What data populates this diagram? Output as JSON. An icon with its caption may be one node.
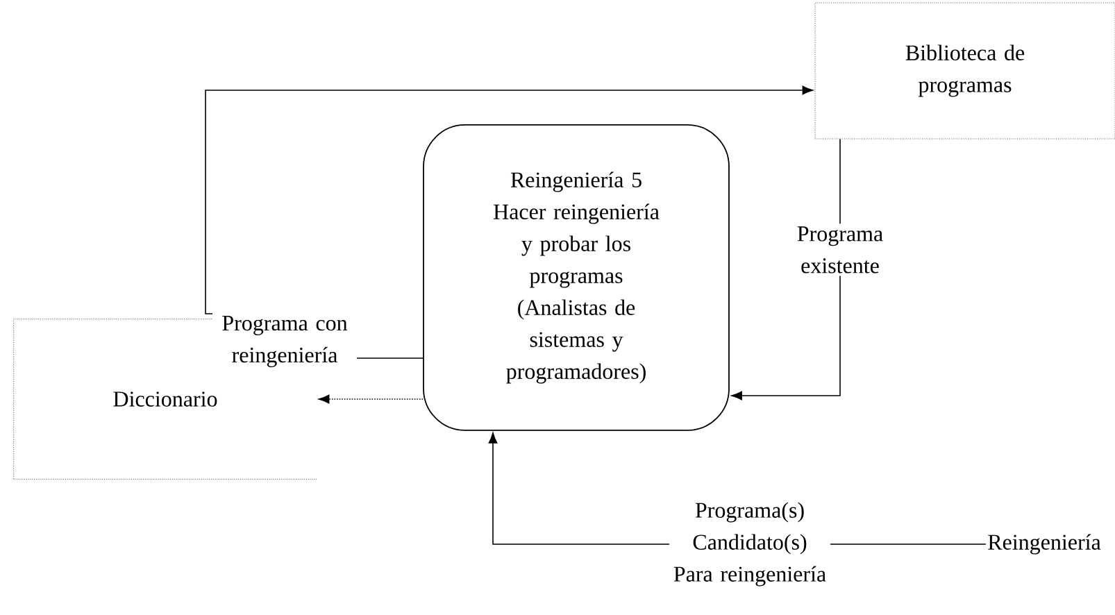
{
  "diagram": {
    "nodes": [
      {
        "text": [
          "Reingeniería 5",
          "Hacer reingeniería y probar los programas",
          "(Analistas de sistemas y programadores)"
        ]
      },
      {
        "text": [
          "Biblioteca de programas"
        ]
      },
      {
        "text": [
          "Diccionario"
        ]
      },
      {
        "text": [
          "Reingeniería"
        ]
      }
    ],
    "edges": [
      {
        "from": 0,
        "to": 1,
        "arrow": "to",
        "label": "Programa con reingeniería"
      },
      {
        "from": 1,
        "to": 0,
        "arrow": "to",
        "label": "Programa existente"
      },
      {
        "from": 0,
        "to": 2,
        "arrow": "to",
        "style": "dashed"
      },
      {
        "from": 3,
        "to": 0,
        "arrow": "to",
        "label": "Programa(s) Candidato(s) Para reingeniería"
      }
    ]
  }
}
